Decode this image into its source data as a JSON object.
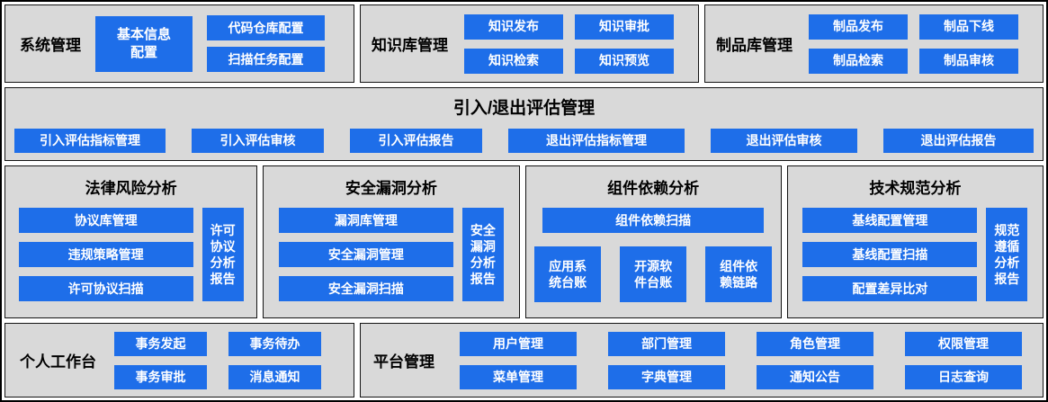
{
  "colors": {
    "panel_bg": "#d9d9d9",
    "accent_blue": "#1e6ee9",
    "button_text": "#ffffff",
    "title_text": "#000000"
  },
  "sections": {
    "system": {
      "title": "系统管理",
      "basic_info": "基本信息配置",
      "code_repo": "代码仓库配置",
      "scan_task": "扫描任务配置"
    },
    "knowledge": {
      "title": "知识库管理",
      "publish": "知识发布",
      "approve": "知识审批",
      "search": "知识检索",
      "preview": "知识预览"
    },
    "artifact": {
      "title": "制品库管理",
      "publish": "制品发布",
      "offline": "制品下线",
      "search": "制品检索",
      "review": "制品审核"
    },
    "evaluation": {
      "title": "引入/退出评估管理",
      "buttons": [
        "引入评估指标管理",
        "引入评估审核",
        "引入评估报告",
        "退出评估指标管理",
        "退出评估审核",
        "退出评估报告"
      ]
    },
    "legal": {
      "title": "法律风险分析",
      "protocol_lib": "协议库管理",
      "violation_policy": "违规策略管理",
      "license_scan": "许可协议扫描",
      "report": "许可协议分析报告"
    },
    "security": {
      "title": "安全漏洞分析",
      "vuln_lib": "漏洞库管理",
      "vuln_mgmt": "安全漏洞管理",
      "vuln_scan": "安全漏洞扫描",
      "report": "安全漏洞分析报告"
    },
    "dependency": {
      "title": "组件依赖分析",
      "scan": "组件依赖扫描",
      "app_ledger": "应用系统台账",
      "oss_ledger": "开源软件台账",
      "dep_chain": "组件依赖链路"
    },
    "standard": {
      "title": "技术规范分析",
      "baseline_mgmt": "基线配置管理",
      "baseline_scan": "基线配置扫描",
      "diff_compare": "配置差异比对",
      "report": "规范遵循分析报告"
    },
    "workbench": {
      "title": "个人工作台",
      "initiate": "事务发起",
      "todo": "事务待办",
      "approve": "事务审批",
      "notice": "消息通知"
    },
    "platform": {
      "title": "平台管理",
      "buttons": [
        "用户管理",
        "部门管理",
        "角色管理",
        "权限管理",
        "菜单管理",
        "字典管理",
        "通知公告",
        "日志查询"
      ]
    }
  }
}
